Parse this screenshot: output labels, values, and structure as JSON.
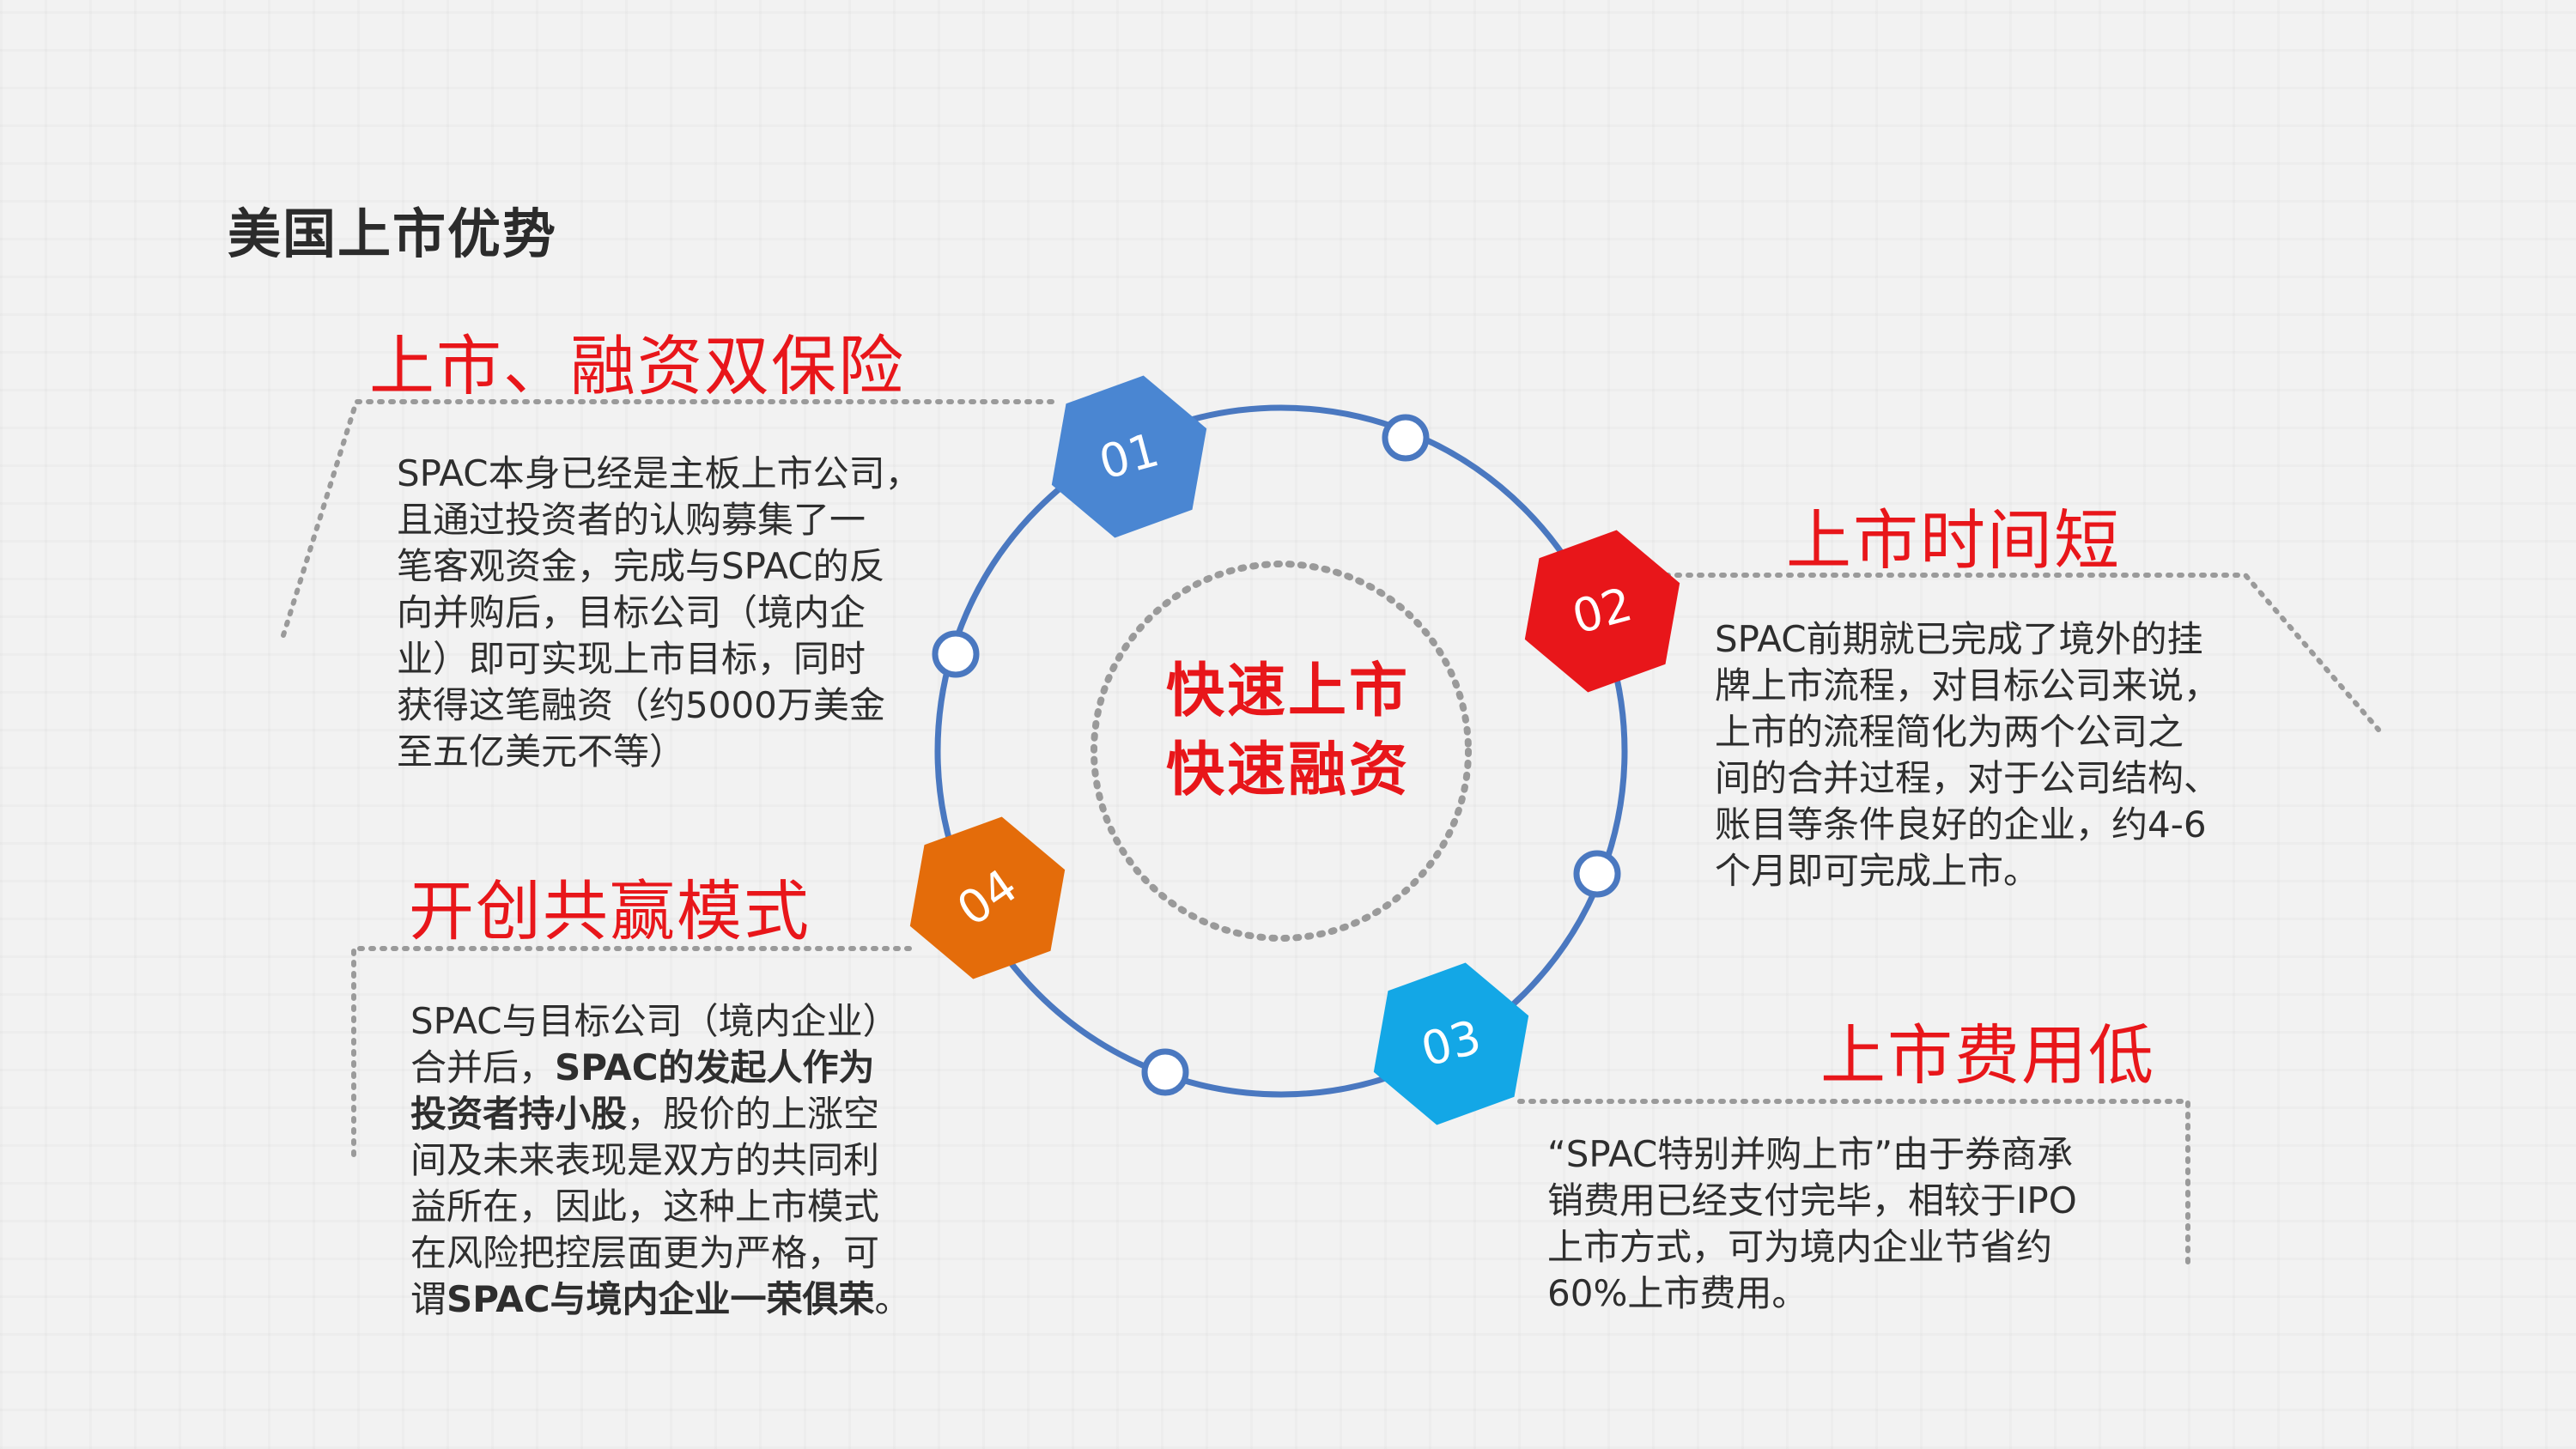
{
  "page_title": "美国上市优势",
  "center": {
    "line1": "快速上市",
    "line2": "快速融资"
  },
  "nodes": [
    {
      "num": "01",
      "color": "#4a86d2"
    },
    {
      "num": "02",
      "color": "#e8161a"
    },
    {
      "num": "03",
      "color": "#13a7e6"
    },
    {
      "num": "04",
      "color": "#e46c0a"
    }
  ],
  "sections": {
    "s1": {
      "title": "上市、融资双保险",
      "lines": [
        "SPAC本身已经是主板上市公司，",
        "且通过投资者的认购募集了一",
        "笔客观资金，完成与SPAC的反",
        "向并购后，目标公司（境内企",
        "业）即可实现上市目标，同时",
        "获得这笔融资（约5000万美金",
        "至五亿美元不等）"
      ]
    },
    "s2": {
      "title": "上市时间短",
      "lines": [
        "SPAC前期就已完成了境外的挂",
        "牌上市流程，对目标公司来说，",
        "上市的流程简化为两个公司之",
        "间的合并过程，对于公司结构、",
        "账目等条件良好的企业，约4-6",
        "个月即可完成上市。"
      ]
    },
    "s3": {
      "title": "上市费用低",
      "lines": [
        "“SPAC特别并购上市”由于券商承",
        "销费用已经支付完毕，相较于IPO",
        "上市方式，可为境内企业节省约",
        "60%上市费用。"
      ]
    },
    "s4": {
      "title": "开创共赢模式",
      "l1": "SPAC与目标公司（境内企业）",
      "l2a": "合并后，",
      "l2b": "SPAC的发起人作为",
      "l3a": "投资者持小股",
      "l3b": "，股价的上涨空",
      "l4": "间及未来表现是双方的共同利",
      "l5": "益所在，因此，这种上市模式",
      "l6": "在风险把控层面更为严格，可",
      "l7a": "谓",
      "l7b": "SPAC与境内企业一荣俱荣",
      "l7c": "。"
    }
  },
  "colors": {
    "accent_red": "#e8161a",
    "ring_blue": "#4a78c0",
    "dotted_gray": "#9a9a9a"
  }
}
